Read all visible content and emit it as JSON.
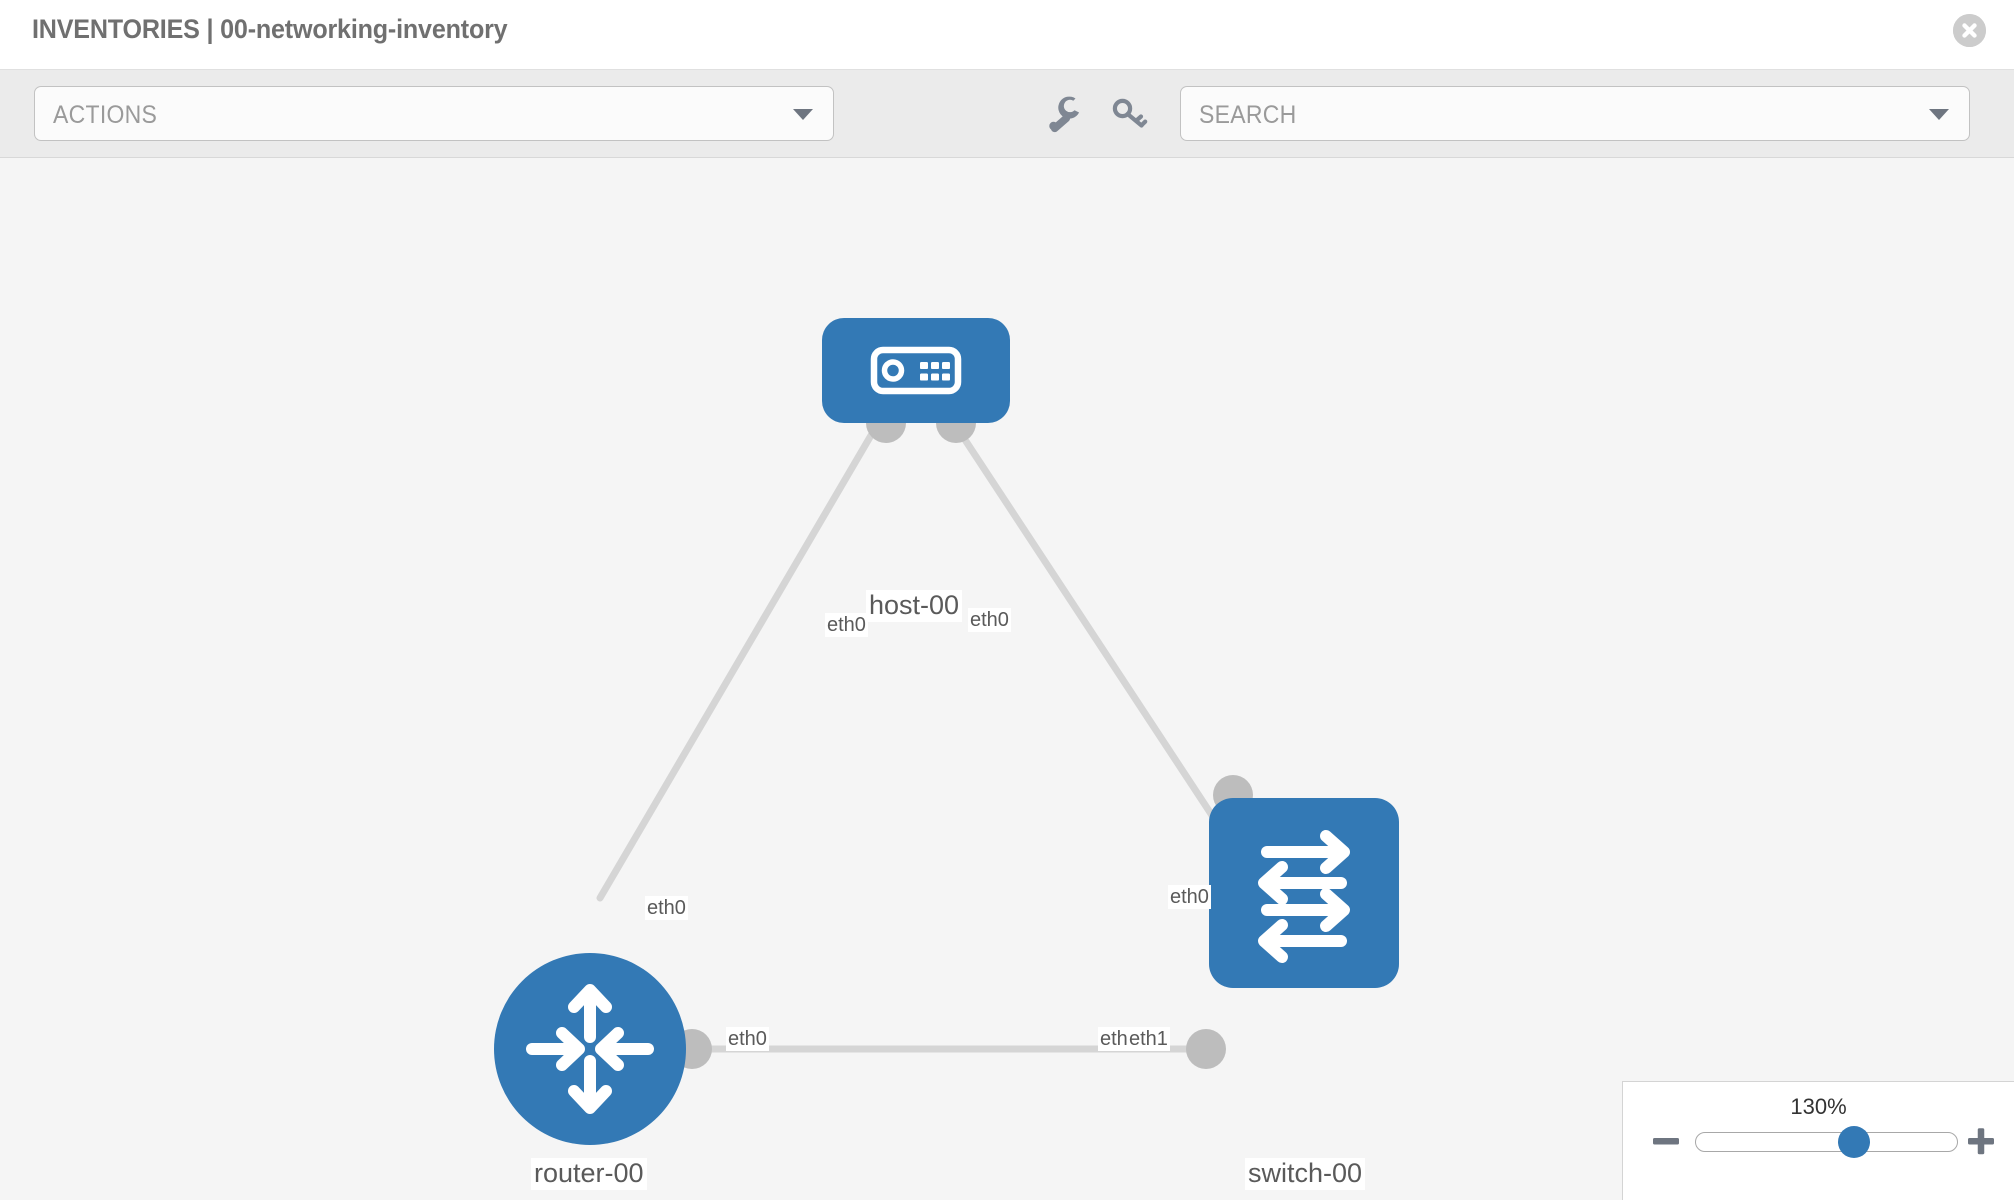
{
  "header": {
    "title": "INVENTORIES | 00-networking-inventory",
    "close_icon": "close-circle-icon"
  },
  "toolbar": {
    "actions_label": "ACTIONS",
    "actions_caret_icon": "chevron-down-icon",
    "wrench_icon": "wrench-icon",
    "key_icon": "key-icon",
    "search_placeholder": "SEARCH",
    "search_caret_icon": "chevron-down-icon"
  },
  "topology": {
    "nodes": [
      {
        "id": "host-00",
        "label": "host-00",
        "type": "host",
        "icon": "server-icon",
        "color": "#3379b5"
      },
      {
        "id": "router-00",
        "label": "router-00",
        "type": "router",
        "icon": "router-arrows-icon",
        "color": "#3379b5"
      },
      {
        "id": "switch-00",
        "label": "switch-00",
        "type": "switch",
        "icon": "switch-arrows-icon",
        "color": "#3379b5"
      }
    ],
    "interface_labels": [
      {
        "id": "host-left-eth0",
        "text": "eth0"
      },
      {
        "id": "host-right-eth0",
        "text": "eth0"
      },
      {
        "id": "router-up-eth0",
        "text": "eth0"
      },
      {
        "id": "switch-up-eth0",
        "text": "eth0"
      },
      {
        "id": "router-right-eth0",
        "text": "eth0"
      },
      {
        "id": "switch-left-eth0",
        "text": "eth0"
      },
      {
        "id": "switch-left-eth1",
        "text": "eth1"
      }
    ],
    "links": [
      {
        "from": "host-00",
        "to": "router-00"
      },
      {
        "from": "host-00",
        "to": "switch-00"
      },
      {
        "from": "router-00",
        "to": "switch-00"
      }
    ],
    "link_color": "#d5d5d5",
    "canvas_color": "#f5f5f5"
  },
  "zoom": {
    "percent_label": "130%",
    "minus_icon": "minus-icon",
    "plus_icon": "plus-icon",
    "slider_value": 62
  }
}
